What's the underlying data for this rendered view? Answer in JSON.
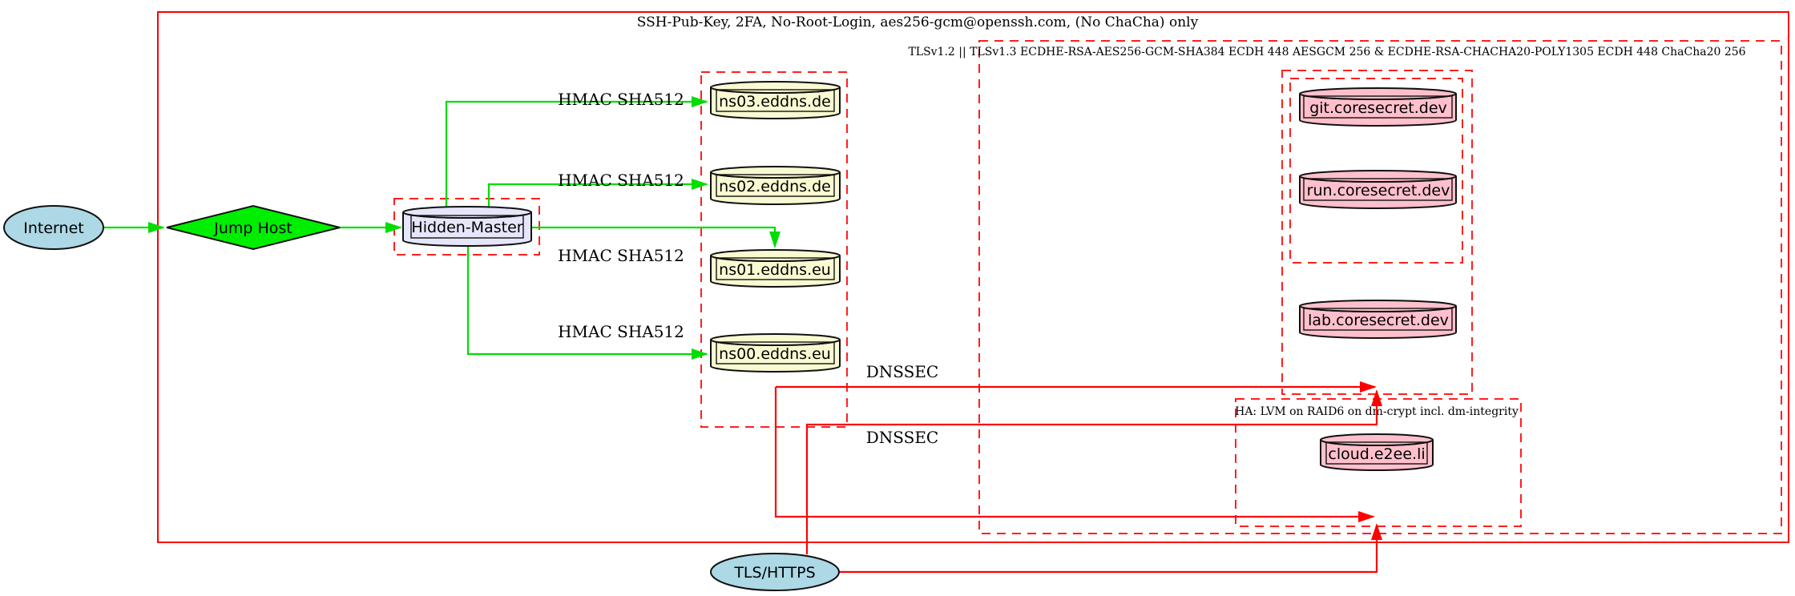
{
  "diagram": {
    "type": "network-security-topology",
    "background": "#ffffff"
  },
  "colors": {
    "cluster_border_red": "#ff0000",
    "edge_green": "#00dd00",
    "edge_red": "#ff0000",
    "node_lightblue": "#add8e6",
    "node_green": "#00ee00",
    "node_lightyellow": "#fafad2",
    "node_lavender": "#e6e6fa",
    "node_pink": "#ffc0cb",
    "text": "#000000"
  },
  "clusters": {
    "ssh": {
      "label": "SSH-Pub-Key, 2FA, No-Root-Login, aes256-gcm@openssh.com, (No ChaCha) only",
      "border": "solid"
    },
    "tls": {
      "label": "TLSv1.2 || TLSv1.3 ECDHE-RSA-AES256-GCM-SHA384 ECDH 448 AESGCM 256 & ECDHE-RSA-CHACHA20-POLY1305 ECDH 448 ChaCha20 256",
      "border": "dashed"
    },
    "dns": {
      "label": "",
      "border": "dashed"
    },
    "hidden_master_box": {
      "label": "",
      "border": "dashed"
    },
    "coresecret_outer": {
      "label": "",
      "border": "dashed"
    },
    "coresecret_inner": {
      "label": "",
      "border": "dashed"
    },
    "ha": {
      "label": "HA: LVM on RAID6 on dm-crypt incl. dm-integrity",
      "border": "dashed"
    }
  },
  "nodes": {
    "internet": {
      "label": "Internet",
      "shape": "ellipse",
      "fill": "#add8e6"
    },
    "jump_host": {
      "label": "Jump Host",
      "shape": "diamond",
      "fill": "#00ee00"
    },
    "hidden_master": {
      "label": "Hidden-Master",
      "shape": "cylinder",
      "fill": "#e6e6fa"
    },
    "ns03": {
      "label": "ns03.eddns.de",
      "shape": "cylinder",
      "fill": "#fafad2"
    },
    "ns02": {
      "label": "ns02.eddns.de",
      "shape": "cylinder",
      "fill": "#fafad2"
    },
    "ns01": {
      "label": "ns01.eddns.eu",
      "shape": "cylinder",
      "fill": "#fafad2"
    },
    "ns00": {
      "label": "ns00.eddns.eu",
      "shape": "cylinder",
      "fill": "#fafad2"
    },
    "git": {
      "label": "git.coresecret.dev",
      "shape": "cylinder",
      "fill": "#ffc0cb"
    },
    "run": {
      "label": "run.coresecret.dev",
      "shape": "cylinder",
      "fill": "#ffc0cb"
    },
    "lab": {
      "label": "lab.coresecret.dev",
      "shape": "cylinder",
      "fill": "#ffc0cb"
    },
    "cloud": {
      "label": "cloud.e2ee.li",
      "shape": "cylinder",
      "fill": "#ffc0cb"
    },
    "tls_https": {
      "label": "TLS/HTTPS",
      "shape": "ellipse",
      "fill": "#add8e6"
    }
  },
  "edge_labels": {
    "hmac": "HMAC SHA512",
    "dnssec": "DNSSEC"
  }
}
